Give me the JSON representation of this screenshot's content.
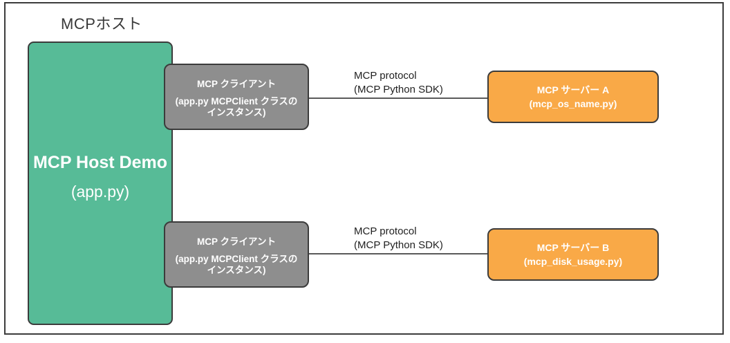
{
  "diagram": {
    "title": "MCPホスト",
    "host": {
      "title": "MCP Host Demo",
      "subtitle": "(app.py)"
    },
    "clients": [
      {
        "title": "MCP クライアント",
        "detail_line1": "(app.py MCPClient クラスの",
        "detail_line2": "インスタンス)"
      },
      {
        "title": "MCP クライアント",
        "detail_line1": "(app.py MCPClient クラスの",
        "detail_line2": "インスタンス)"
      }
    ],
    "connections": [
      {
        "label_line1": "MCP protocol",
        "label_line2": "(MCP Python SDK)"
      },
      {
        "label_line1": "MCP protocol",
        "label_line2": "(MCP Python SDK)"
      }
    ],
    "servers": [
      {
        "title": "MCP サーバー A",
        "subtitle": "(mcp_os_name.py)"
      },
      {
        "title": "MCP サーバー B",
        "subtitle": "(mcp_disk_usage.py)"
      }
    ],
    "colors": {
      "host_fill": "#57bb97",
      "client_fill": "#8e8e8e",
      "server_fill": "#f9a947",
      "stroke": "#3b3b3b",
      "connector": "#595959"
    }
  }
}
